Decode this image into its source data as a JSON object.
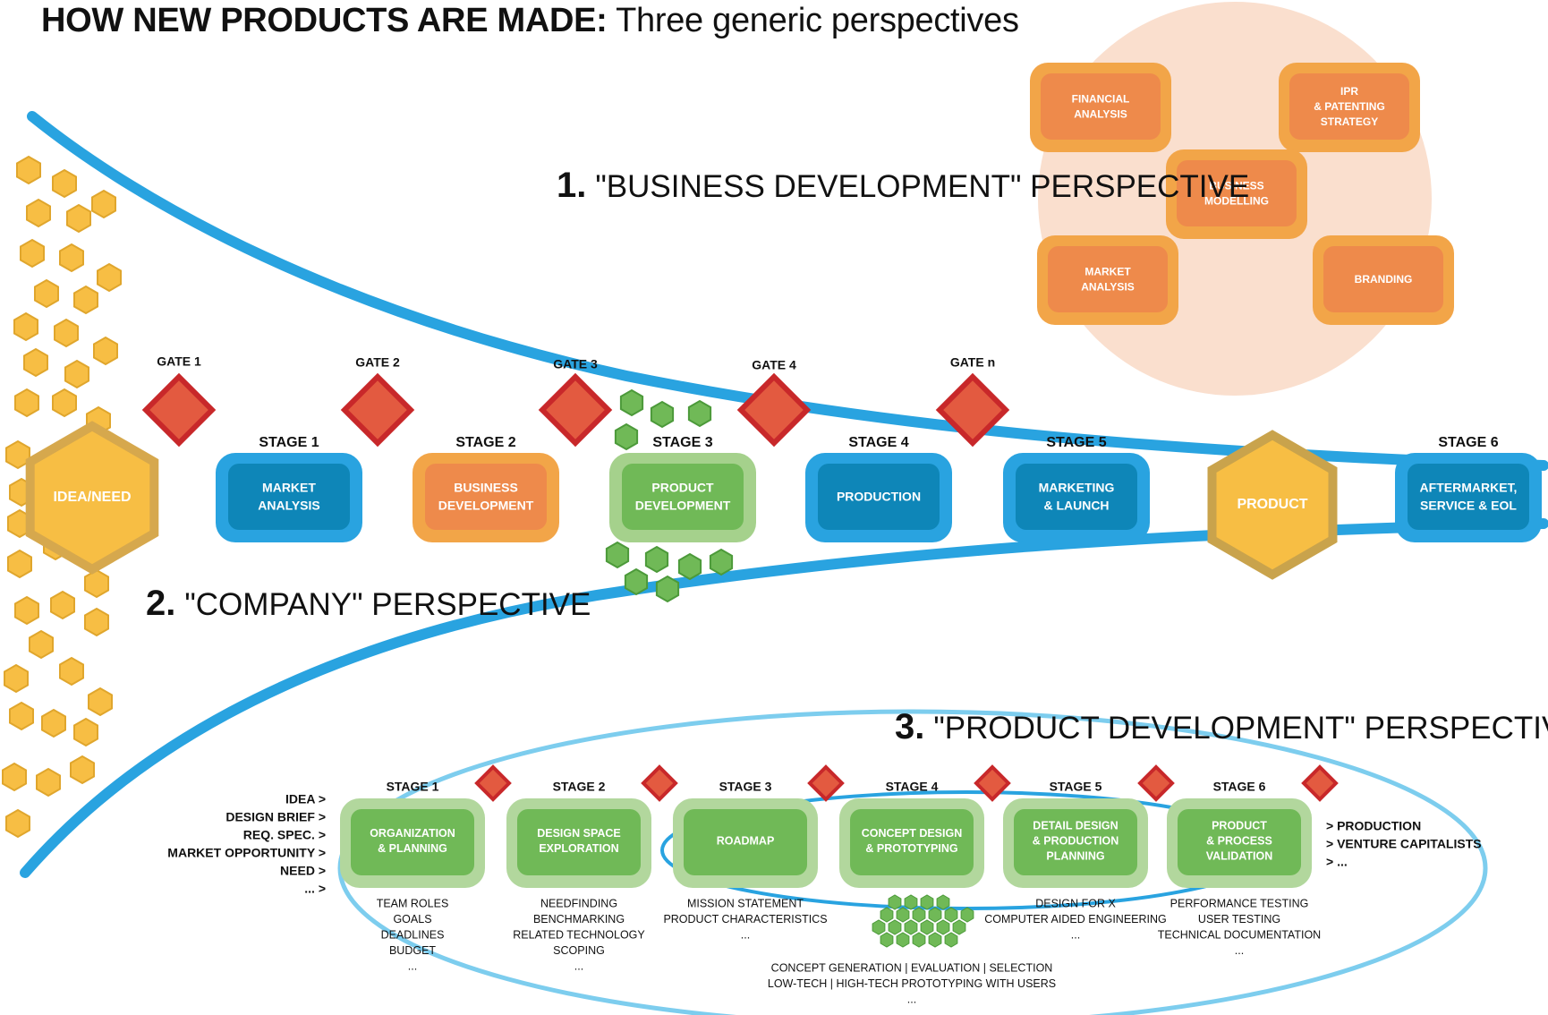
{
  "title": {
    "bold": "HOW NEW PRODUCTS ARE MADE:",
    "rest": " Three generic perspectives"
  },
  "colors": {
    "blue": "#29A3E0",
    "light_blue": "#7DCDEE",
    "orange": "#F2A548",
    "gold": "#F7BE44",
    "green": "#70B957",
    "red": "#E15434",
    "peach": "#FADFCE"
  },
  "perspectives": {
    "business": {
      "number": "1.",
      "label": "\"BUSINESS DEVELOPMENT\" PERSPECTIVE"
    },
    "company": {
      "number": "2.",
      "label": "\"COMPANY\" PERSPECTIVE"
    },
    "product": {
      "number": "3.",
      "label": "\"PRODUCT DEVELOPMENT\" PERSPECTIVE"
    }
  },
  "business_cluster": [
    {
      "label": "FINANCIAL\nANALYSIS"
    },
    {
      "label": "IPR\n& PATENTING\nSTRATEGY"
    },
    {
      "label": "BUSINESS\nMODELLING"
    },
    {
      "label": "MARKET\nANALYSIS"
    },
    {
      "label": "BRANDING"
    }
  ],
  "gates": [
    "GATE 1",
    "GATE 2",
    "GATE 3",
    "GATE 4",
    "GATE n"
  ],
  "company_start": "IDEA/NEED",
  "company_product": "PRODUCT",
  "company_stages": [
    {
      "stage": "STAGE 1",
      "label": "MARKET\nANALYSIS",
      "color": "blue"
    },
    {
      "stage": "STAGE 2",
      "label": "BUSINESS\nDEVELOPMENT",
      "color": "orange"
    },
    {
      "stage": "STAGE 3",
      "label": "PRODUCT\nDEVELOPMENT",
      "color": "green"
    },
    {
      "stage": "STAGE 4",
      "label": "PRODUCTION",
      "color": "blue"
    },
    {
      "stage": "STAGE 5",
      "label": "MARKETING\n& LAUNCH",
      "color": "blue"
    },
    {
      "stage": "STAGE 6",
      "label": "AFTERMARKET,\nSERVICE & EOL",
      "color": "blue"
    }
  ],
  "inputs": [
    "IDEA >",
    "DESIGN BRIEF >",
    "REQ. SPEC. >",
    "MARKET OPPORTUNITY >",
    "NEED >",
    "... >"
  ],
  "outputs": [
    "> PRODUCTION",
    "> VENTURE CAPITALISTS",
    "> ..."
  ],
  "pd_stages": [
    {
      "stage": "STAGE 1",
      "label": "ORGANIZATION\n& PLANNING",
      "notes": [
        "TEAM ROLES",
        "GOALS",
        "DEADLINES",
        "BUDGET",
        "..."
      ]
    },
    {
      "stage": "STAGE 2",
      "label": "DESIGN SPACE\nEXPLORATION",
      "notes": [
        "NEEDFINDING",
        "BENCHMARKING",
        "RELATED TECHNOLOGY",
        "SCOPING",
        "..."
      ]
    },
    {
      "stage": "STAGE 3",
      "label": "ROADMAP",
      "notes": [
        "MISSION STATEMENT",
        "PRODUCT CHARACTERISTICS",
        "..."
      ]
    },
    {
      "stage": "STAGE 4",
      "label": "CONCEPT DESIGN\n& PROTOTYPING",
      "notes": []
    },
    {
      "stage": "STAGE 5",
      "label": "DETAIL DESIGN\n& PRODUCTION\nPLANNING",
      "notes": [
        "DESIGN FOR X",
        "COMPUTER AIDED ENGINEERING",
        "..."
      ]
    },
    {
      "stage": "STAGE 6",
      "label": "PRODUCT\n& PROCESS\nVALIDATION",
      "notes": [
        "PERFORMANCE TESTING",
        "USER TESTING",
        "TECHNICAL DOCUMENTATION",
        "..."
      ]
    }
  ],
  "concept_notes": [
    "CONCEPT GENERATION | EVALUATION | SELECTION",
    "LOW-TECH | HIGH-TECH PROTOTYPING WITH USERS",
    "..."
  ]
}
